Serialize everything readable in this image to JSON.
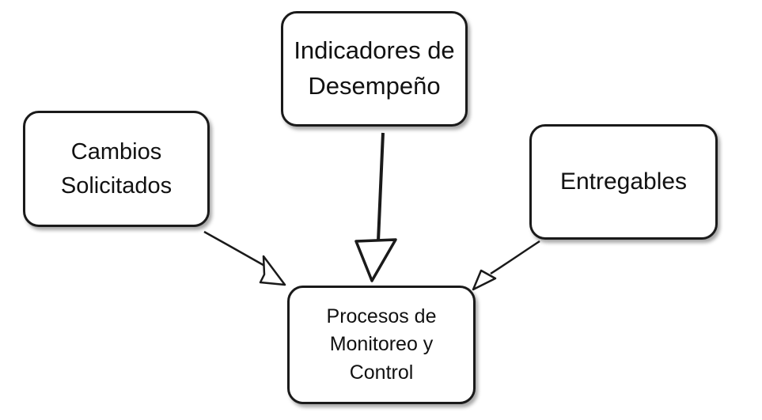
{
  "diagram": {
    "nodes": {
      "indicadores": "Indicadores de\nDesempeño",
      "cambios": "Cambios\nSolicitados",
      "entregables": "Entregables",
      "procesos": "Procesos de\nMonitoreo y\nControl"
    },
    "edges": [
      {
        "from": "cambios",
        "to": "procesos"
      },
      {
        "from": "indicadores",
        "to": "procesos"
      },
      {
        "from": "entregables",
        "to": "procesos"
      }
    ],
    "colors": {
      "stroke": "#1a1a1a",
      "fill": "#ffffff",
      "text": "#111111"
    }
  }
}
